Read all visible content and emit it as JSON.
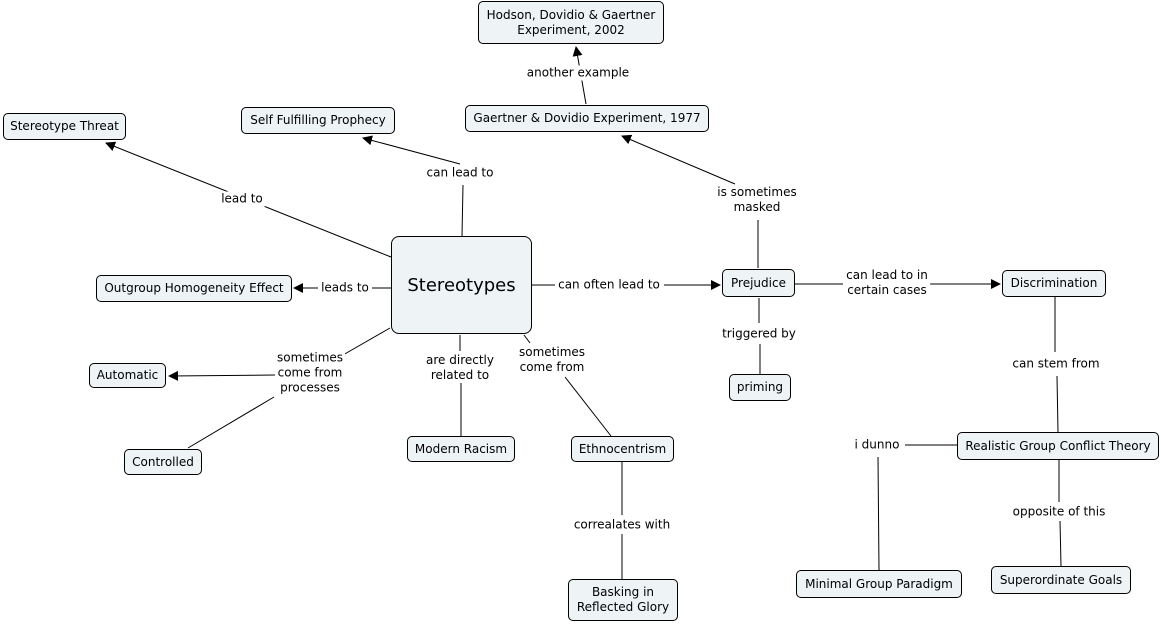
{
  "nodes": {
    "hodson": "Hodson, Dovidio & Gaertner\nExperiment, 2002",
    "gaertner": "Gaertner & Dovidio Experiment, 1977",
    "stereotype_threat": "Stereotype Threat",
    "self_fulfilling": "Self Fulfilling Prophecy",
    "stereotypes": "Stereotypes",
    "outgroup": "Outgroup Homogeneity Effect",
    "automatic": "Automatic",
    "controlled": "Controlled",
    "modern_racism": "Modern Racism",
    "ethnocentrism": "Ethnocentrism",
    "basking": "Basking in\nReflected Glory",
    "prejudice": "Prejudice",
    "priming": "priming",
    "discrimination": "Discrimination",
    "realistic": "Realistic Group Conflict Theory",
    "minimal": "Minimal Group Paradigm",
    "superordinate": "Superordinate Goals"
  },
  "links": {
    "another_example": "another example",
    "lead_to": "lead to",
    "can_lead_to": "can lead to",
    "is_sometimes_masked": "is sometimes\nmasked",
    "leads_to": "leads to",
    "can_often_lead_to": "can often lead to",
    "can_lead_to_cases": "can lead to in\ncertain cases",
    "sometimes_processes": "sometimes\ncome from\nprocesses",
    "directly_related": "are directly\nrelated to",
    "sometimes_come_from": "sometimes\ncome from",
    "triggered_by": "triggered by",
    "can_stem_from": "can stem from",
    "i_dunno": "i dunno",
    "opposite_of_this": "opposite of this",
    "correalates_with": "correalates with"
  }
}
